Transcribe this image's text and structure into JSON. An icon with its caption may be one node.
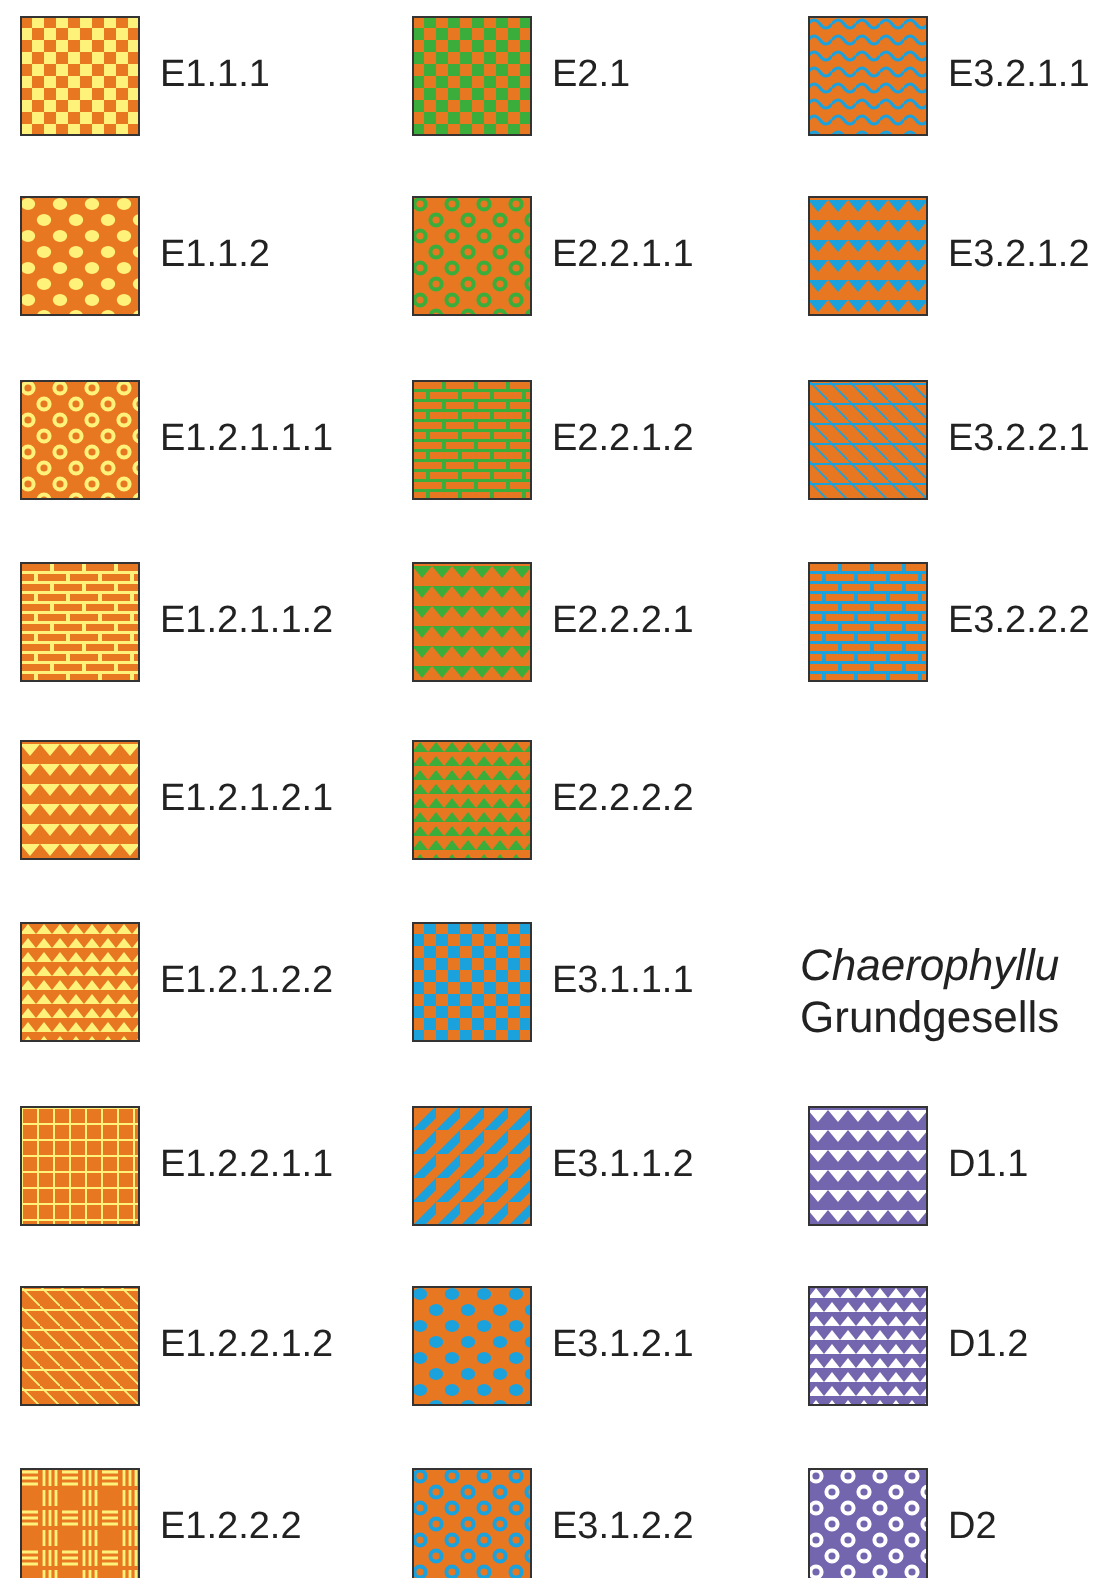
{
  "diagram": {
    "legend": [
      {
        "text": "E1.1.1"
      },
      {
        "text": "E1.1.2"
      },
      {
        "text": "E1.2.1.1.1"
      },
      {
        "text": "E1.2.1.1.2"
      },
      {
        "text": "E1.2.1.2.1"
      },
      {
        "text": "E1.2.1.2.2"
      },
      {
        "text": "E1.2.2.1.1"
      },
      {
        "text": "E1.2.2.1.2"
      },
      {
        "text": "E1.2.2.2"
      },
      {
        "text": "E2.1"
      },
      {
        "text": "E2.2.1.1"
      },
      {
        "text": "E2.2.1.2"
      },
      {
        "text": "E2.2.2.1"
      },
      {
        "text": "E2.2.2.2"
      },
      {
        "text": "E3.1.1.1"
      },
      {
        "text": "E3.1.1.2"
      },
      {
        "text": "E3.1.2.1"
      },
      {
        "text": "E3.1.2.2"
      },
      {
        "text": "E3.2.1.1"
      },
      {
        "text": "E3.2.1.2"
      },
      {
        "text": "E3.2.2.1"
      },
      {
        "text": "E3.2.2.2"
      },
      {
        "text": "D1.1"
      },
      {
        "text": "D1.2"
      },
      {
        "text": "D2"
      }
    ],
    "labels": [
      "Chaerophyllu",
      "Grundgesells"
    ]
  }
}
